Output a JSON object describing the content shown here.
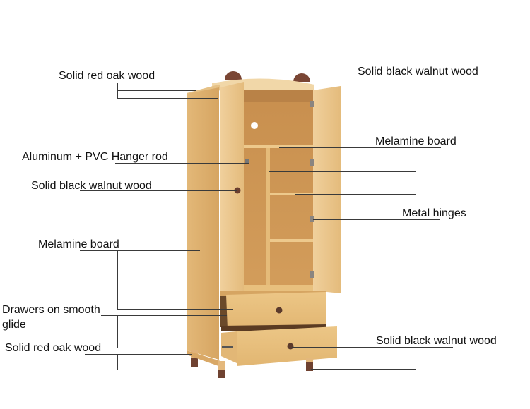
{
  "diagram": {
    "subject": "Children's wardrobe with two doors and two drawers",
    "colors": {
      "background": "#ffffff",
      "wood_light": "#e9c48a",
      "wood_mid": "#d9a865",
      "wood_dark": "#c58f4c",
      "interior": "#cf9a58",
      "walnut": "#6b3f2f",
      "leader_line": "#3a3a3a",
      "text": "#111111"
    },
    "labels": [
      {
        "id": "top-oak",
        "text": "Solid red oak wood"
      },
      {
        "id": "top-walnut",
        "text": "Solid black walnut wood"
      },
      {
        "id": "hanger-rod",
        "text": "Aluminum + PVC Hanger rod"
      },
      {
        "id": "melamine-top",
        "text": "Melamine board"
      },
      {
        "id": "door-knob",
        "text": "Solid black walnut wood"
      },
      {
        "id": "hinges",
        "text": "Metal hinges"
      },
      {
        "id": "melamine-side",
        "text": "Melamine board"
      },
      {
        "id": "drawers",
        "text": "Drawers on smooth glide"
      },
      {
        "id": "legs-oak",
        "text": "Solid red oak wood"
      },
      {
        "id": "bottom-walnut",
        "text": "Solid black walnut wood"
      }
    ]
  }
}
